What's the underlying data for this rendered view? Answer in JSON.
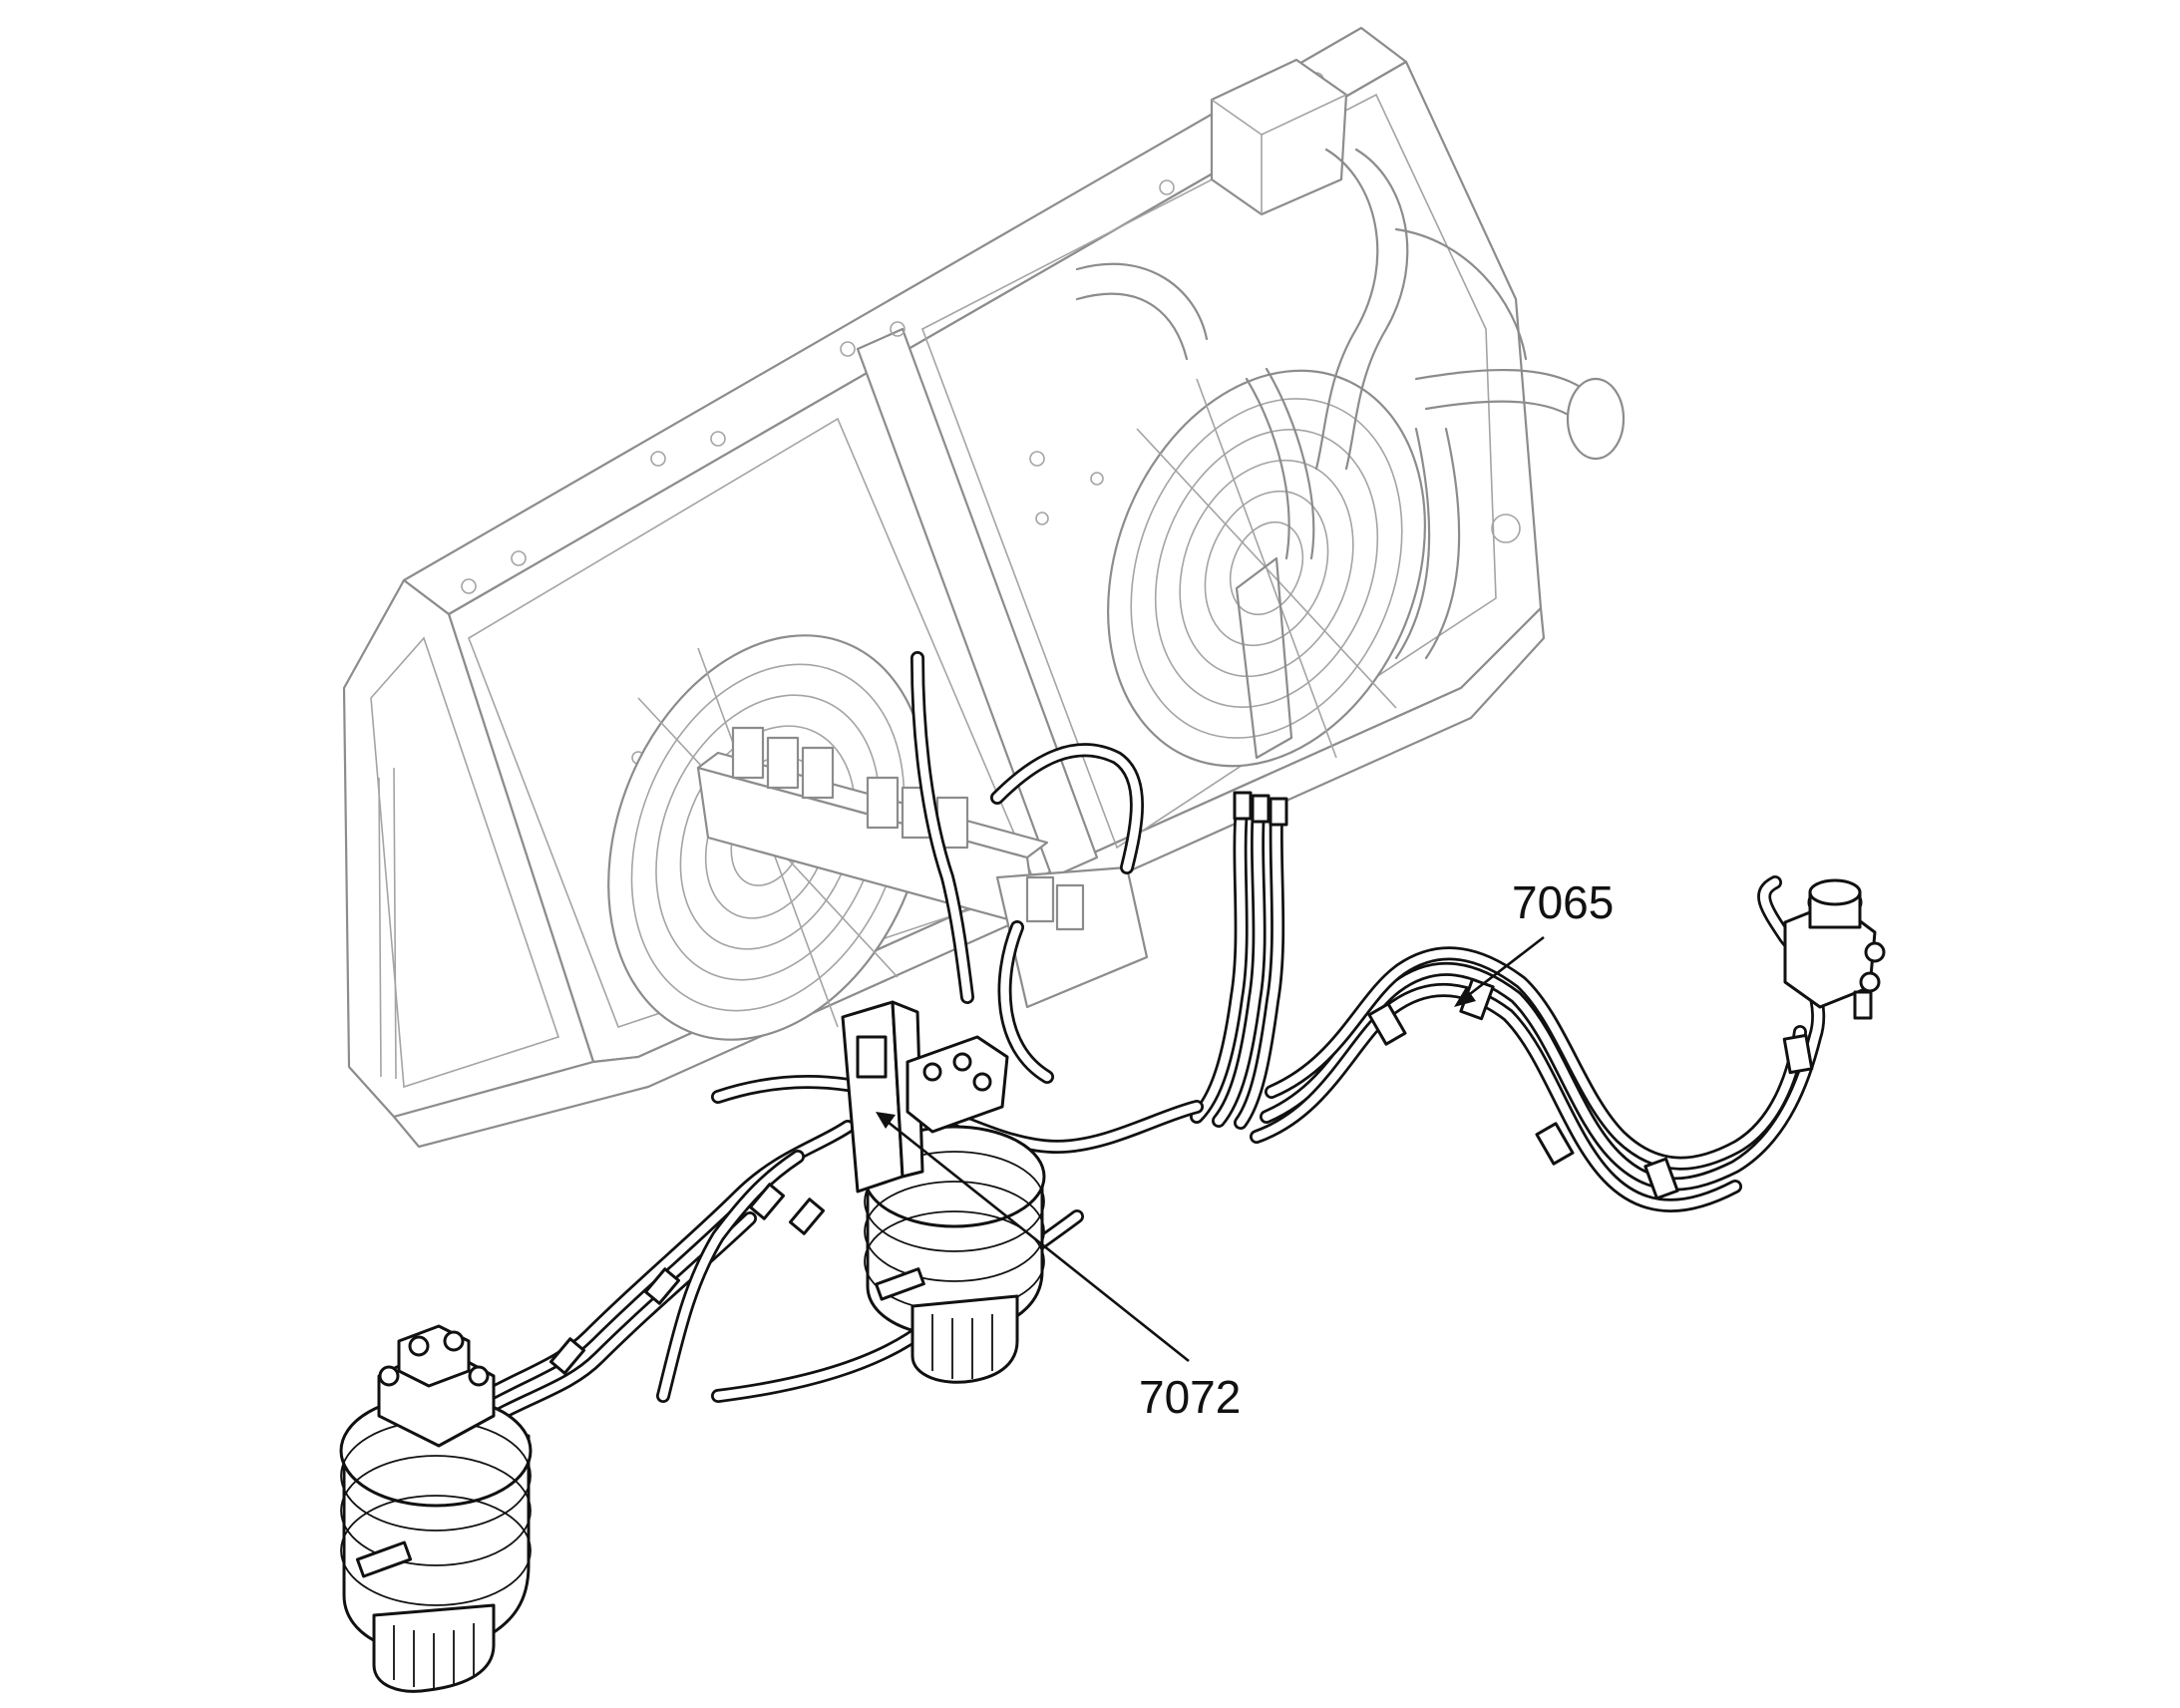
{
  "callouts": [
    {
      "id": "7065",
      "text": "7065"
    },
    {
      "id": "7072",
      "text": "7072"
    }
  ],
  "colors": {
    "background": "#ffffff",
    "line": "#111111",
    "ghosted_line": "#8c8c8c"
  }
}
